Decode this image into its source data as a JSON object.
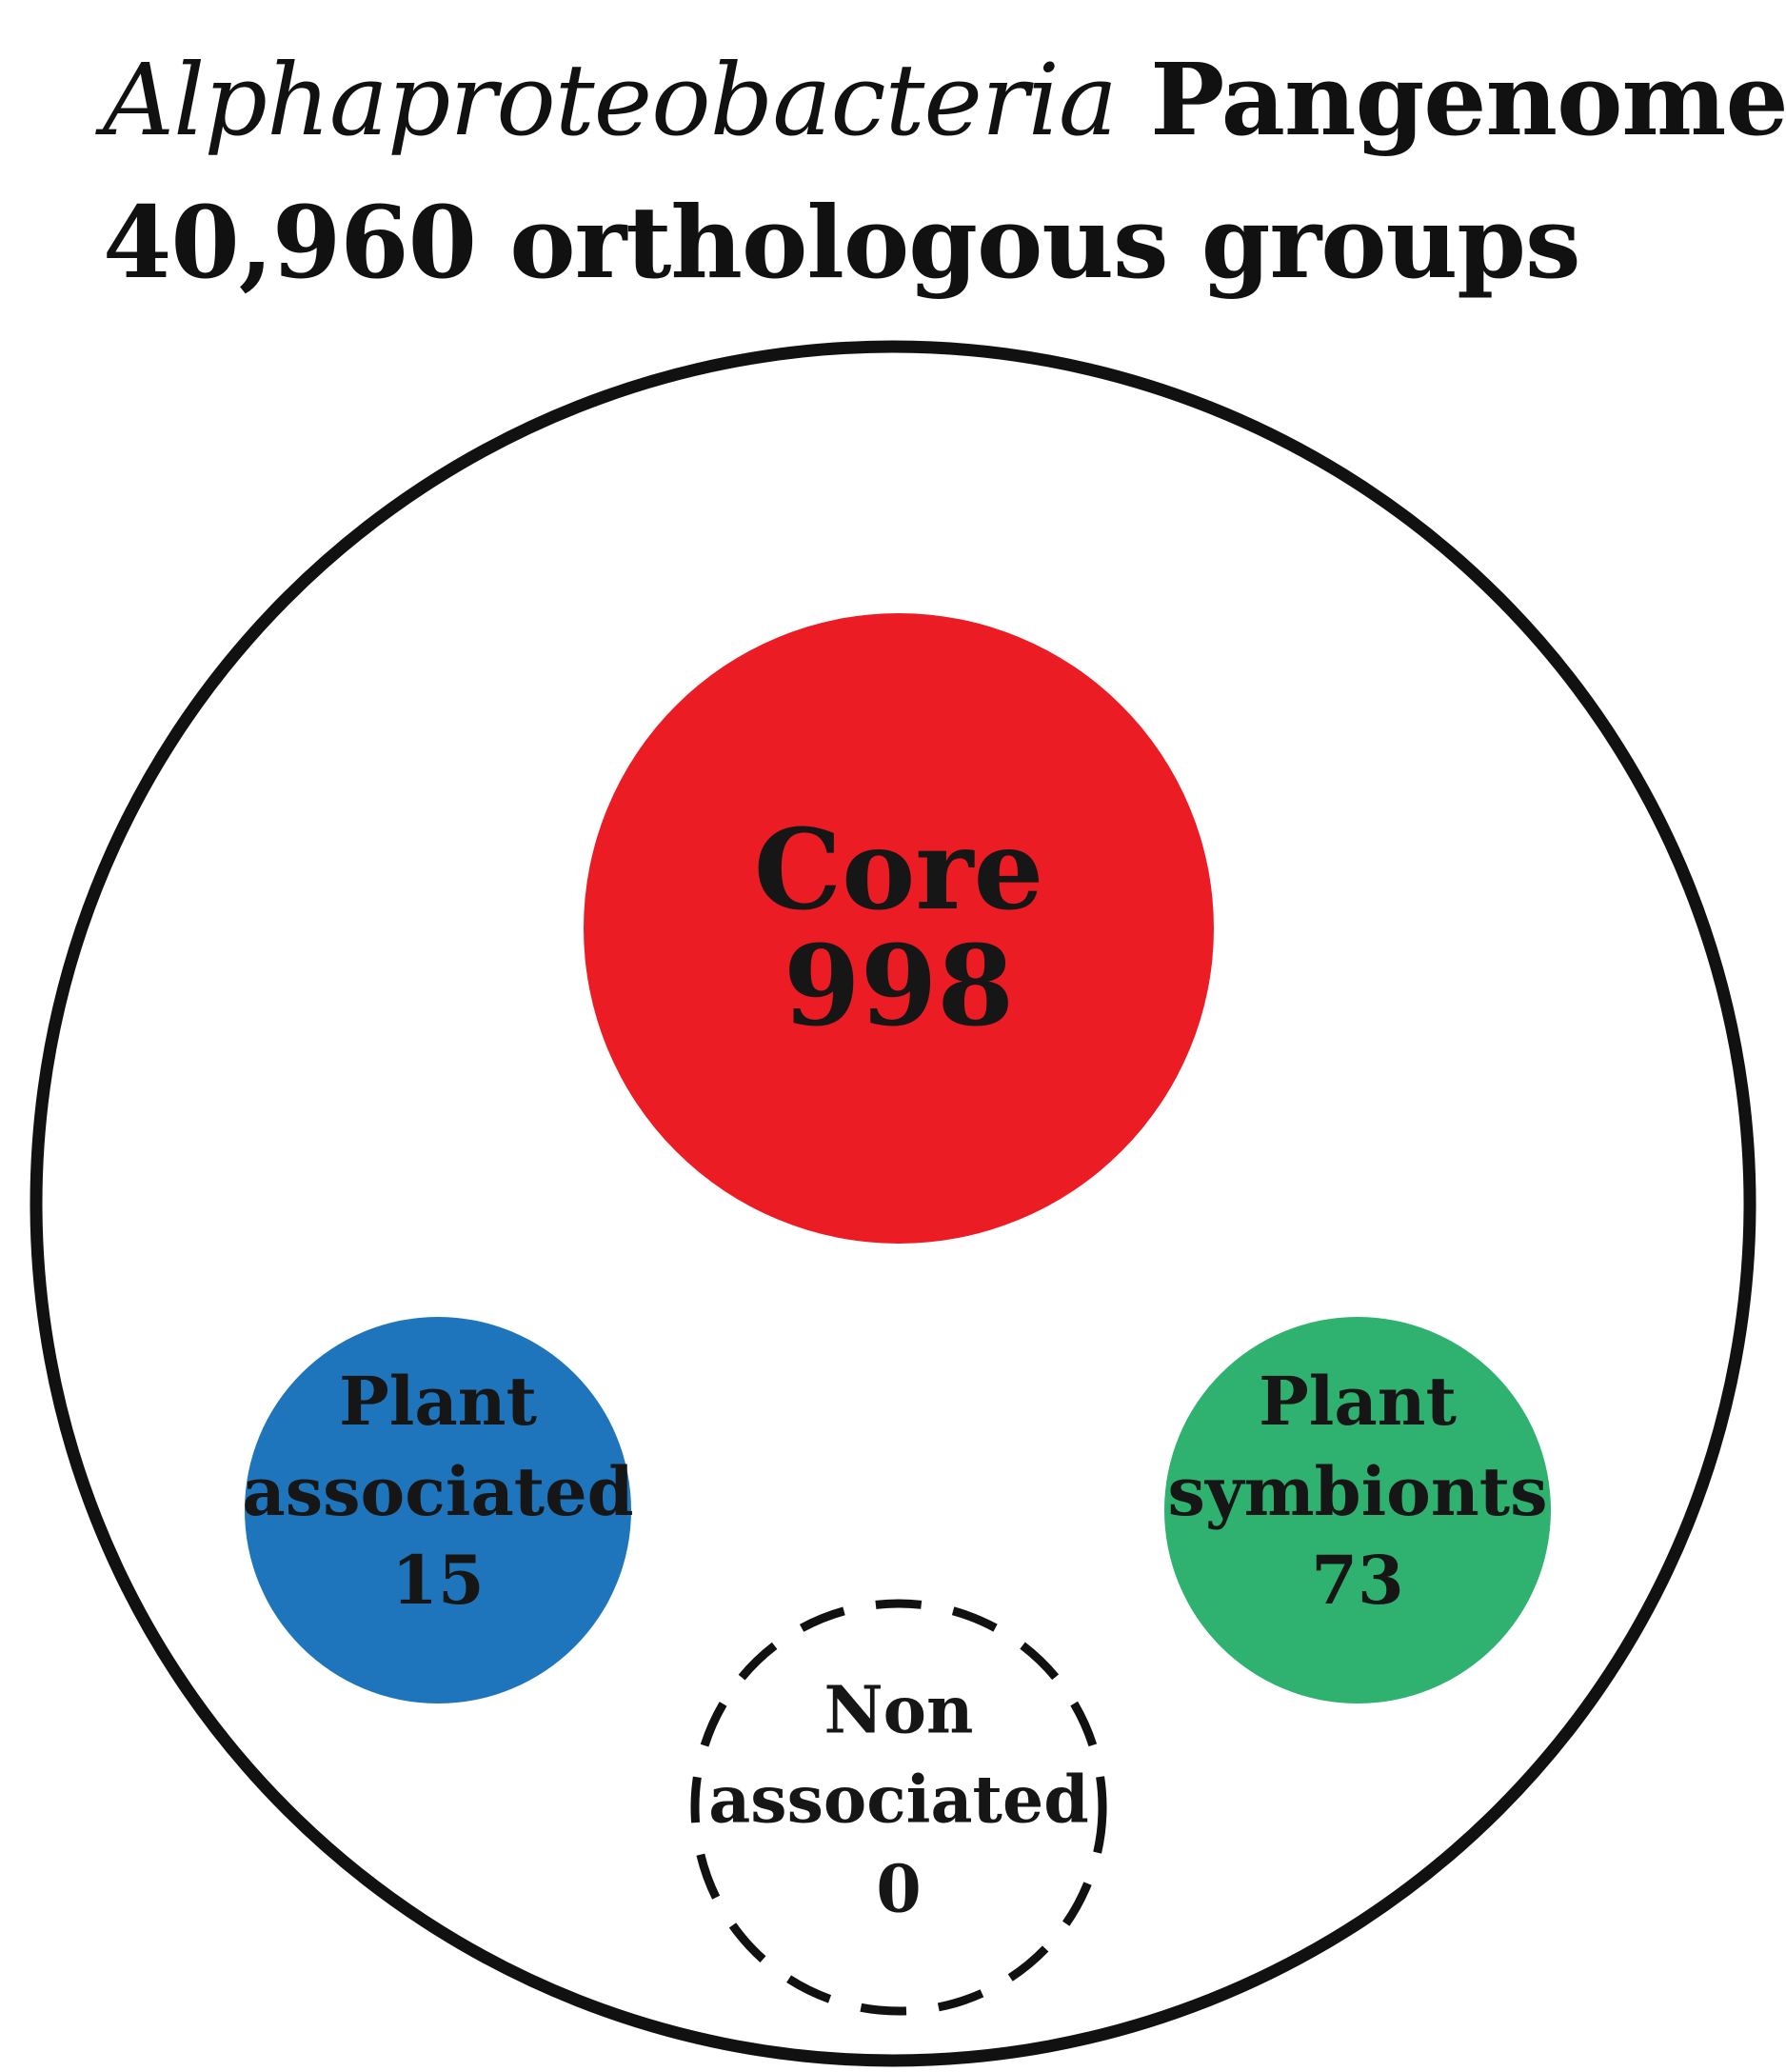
{
  "title": {
    "taxon": "Alphaproteobacteria",
    "suffix": "Pangenome",
    "subtitle": "40,960 orthologous groups"
  },
  "groups": {
    "core": {
      "label": "Core",
      "count": "998",
      "color": "#ec1c24"
    },
    "plant_associated": {
      "label_line1": "Plant",
      "label_line2": "associated",
      "count": "15",
      "color": "#1f75bb"
    },
    "plant_symbionts": {
      "label_line1": "Plant",
      "label_line2": "symbionts",
      "count": "73",
      "color": "#2fb16f"
    },
    "non_associated": {
      "label_line1": "Non",
      "label_line2": "associated",
      "count": "0",
      "border_style": "dashed"
    }
  }
}
